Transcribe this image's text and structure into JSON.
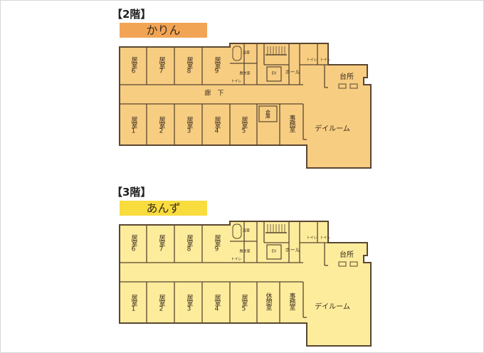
{
  "colors": {
    "stroke": "#5a4630"
  },
  "floors": [
    {
      "title": "【2階】",
      "unit_name": "かりん",
      "unit_color": "#f2a455",
      "fill": "#f7cd82",
      "rooms": {
        "r6": "居室6",
        "r7": "居室7",
        "r8": "居室8",
        "r9": "居室9",
        "r1": "居室1",
        "r2": "居室2",
        "r3": "居室3",
        "r4": "居室4",
        "r5": "居室5",
        "corridor": "廊　下",
        "extra": "倉庫",
        "office": "事務室",
        "dayroom": "デイルーム",
        "kitchen": "台所",
        "hall": "ホール",
        "ev": "EV",
        "bath": "浴室",
        "dressing": "脱衣室",
        "wc1": "トイレ",
        "wc2": "トイレ",
        "wc3": "トイレ"
      }
    },
    {
      "title": "【3階】",
      "unit_name": "あんず",
      "unit_color": "#f9dc3e",
      "fill": "#fcec9c",
      "rooms": {
        "r6": "居室6",
        "r7": "居室7",
        "r8": "居室8",
        "r9": "居室9",
        "r1": "居室1",
        "r2": "居室2",
        "r3": "居室3",
        "r4": "居室4",
        "r5": "居室5",
        "extra": "休憩室",
        "office": "事務室",
        "dayroom": "デイルーム",
        "kitchen": "台所",
        "hall": "ホール",
        "ev": "EV",
        "bath": "浴室",
        "dressing": "脱衣室",
        "wc1": "トイレ",
        "wc2": "トイレ",
        "wc3": "トイレ"
      }
    }
  ]
}
